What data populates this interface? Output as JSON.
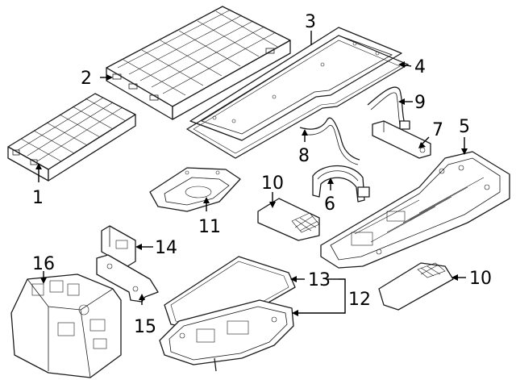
{
  "diagram": {
    "callouts": [
      {
        "id": "c1",
        "label": "1"
      },
      {
        "id": "c2",
        "label": "2"
      },
      {
        "id": "c3",
        "label": "3"
      },
      {
        "id": "c4",
        "label": "4"
      },
      {
        "id": "c5",
        "label": "5"
      },
      {
        "id": "c6",
        "label": "6"
      },
      {
        "id": "c7",
        "label": "7"
      },
      {
        "id": "c8",
        "label": "8"
      },
      {
        "id": "c9",
        "label": "9"
      },
      {
        "id": "c10a",
        "label": "10"
      },
      {
        "id": "c10b",
        "label": "10"
      },
      {
        "id": "c11",
        "label": "11"
      },
      {
        "id": "c12",
        "label": "12"
      },
      {
        "id": "c13",
        "label": "13"
      },
      {
        "id": "c14",
        "label": "14"
      },
      {
        "id": "c15",
        "label": "15"
      },
      {
        "id": "c16",
        "label": "16"
      }
    ]
  }
}
